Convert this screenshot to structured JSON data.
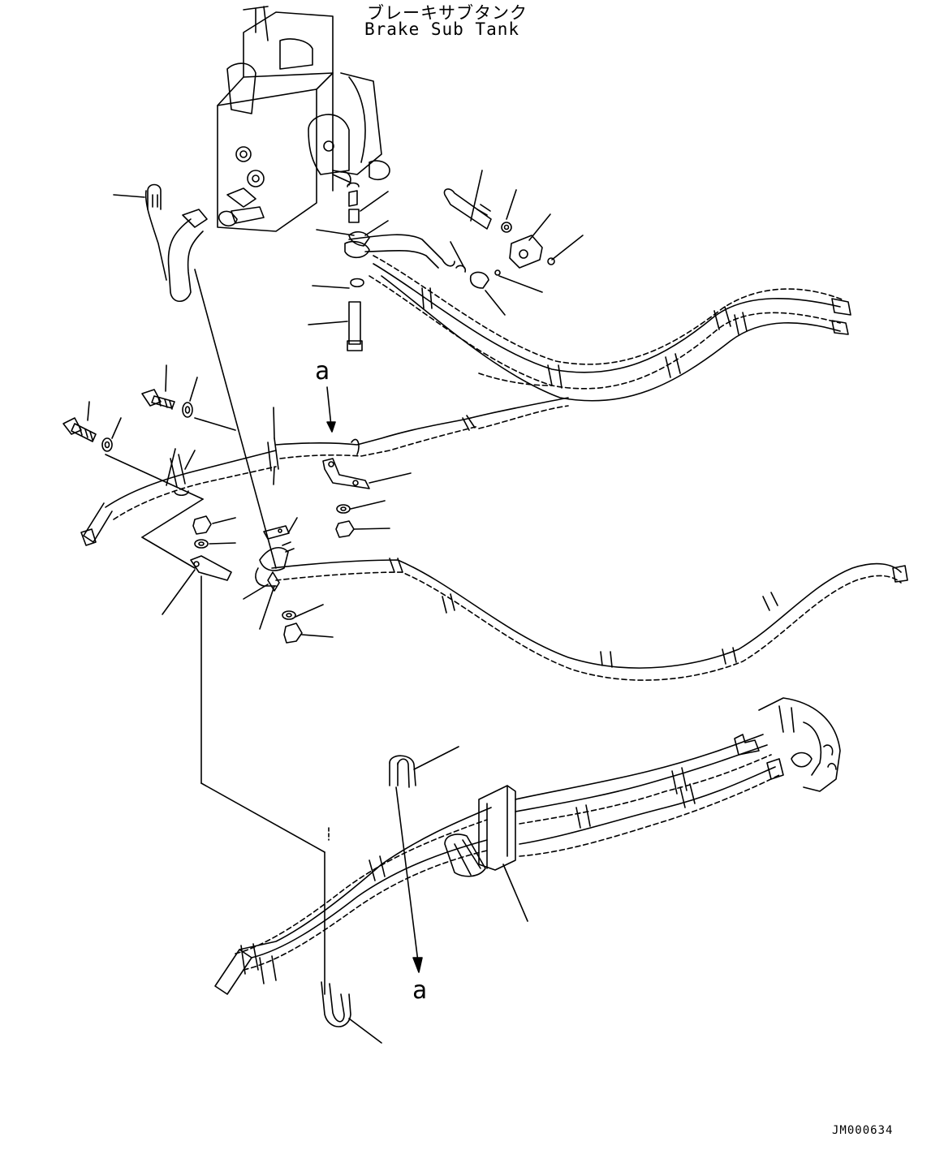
{
  "labels": {
    "title_jp": "ブレーキサブタンク",
    "title_en": "Brake Sub Tank",
    "callout_top": "a",
    "callout_bottom": "a",
    "drawing_id": "JM000634"
  }
}
